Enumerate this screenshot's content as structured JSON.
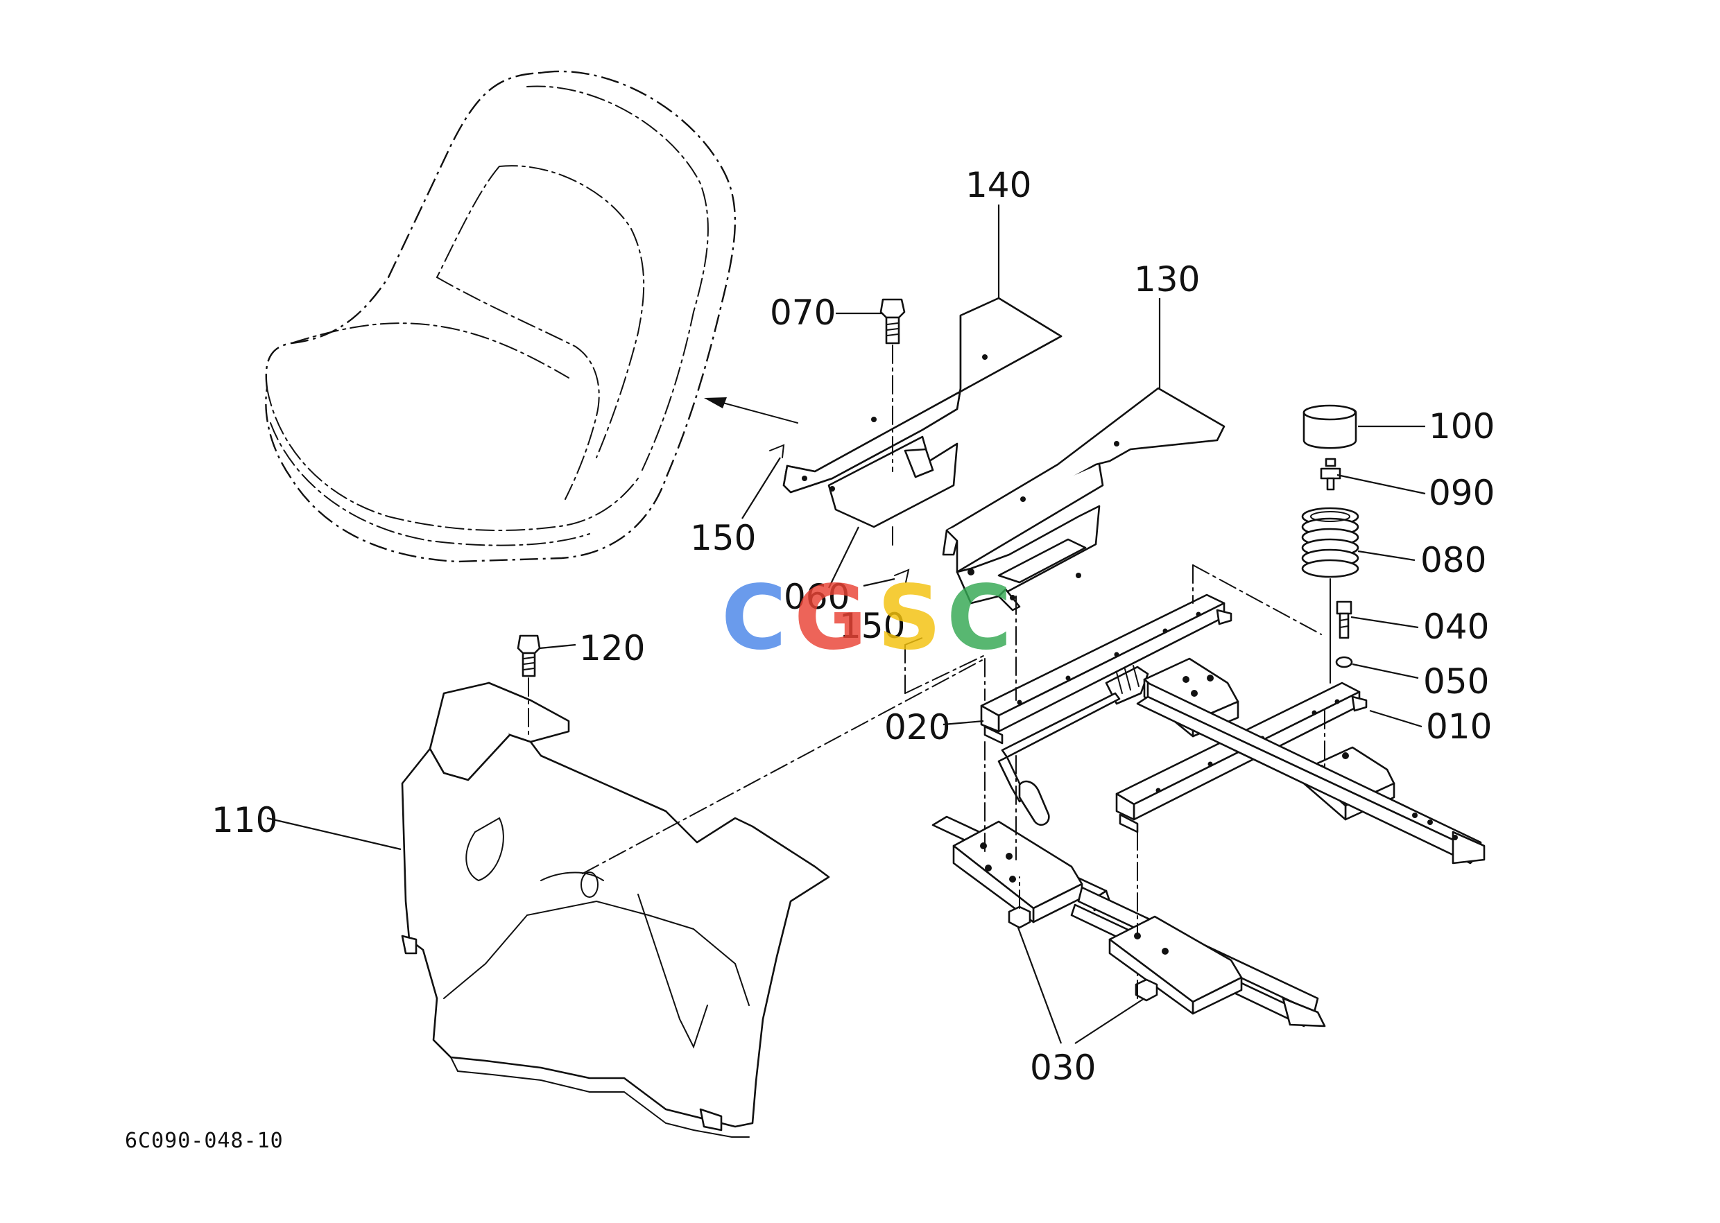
{
  "callouts": {
    "p140": "140",
    "p130": "130",
    "p070": "070",
    "p100": "100",
    "p090": "090",
    "p080": "080",
    "p040": "040",
    "p050": "050",
    "p010": "010",
    "p020": "020",
    "p150a": "150",
    "p150b": "150",
    "p060": "060",
    "p120": "120",
    "p110": "110",
    "p030": "030"
  },
  "drawing_number": "6C090-048-10",
  "watermark": {
    "letters": [
      "C",
      "G",
      "S",
      "C"
    ],
    "colors": [
      "#4a86e8",
      "#ea4335",
      "#f4c20d",
      "#34a853"
    ]
  }
}
